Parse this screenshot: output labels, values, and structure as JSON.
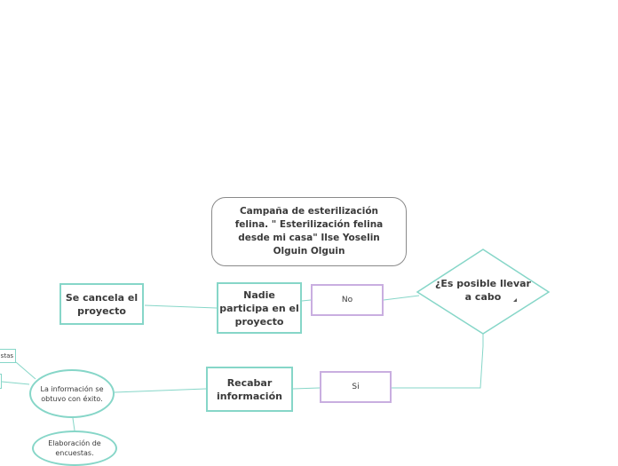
{
  "diagram": {
    "title": "Campaña de esterilización felina. \" Esterilización felina desde mi casa\" Ilse Yoselin Olguin  Olguin",
    "nodes": {
      "cancel": "Se cancela el proyecto",
      "nadie": "Nadie participa en el proyecto",
      "no": "No",
      "decision": "¿Es posible llevar a cabo",
      "recabar": "Recabar información",
      "si": "Si",
      "info": "La información se obtuvo con éxito.",
      "encuestas": "Elaboración de encuestas.",
      "cut_off": "stas"
    },
    "colors": {
      "connector": "#86d6c8",
      "answer_border": "#c9aee0",
      "title_border": "#8a8a8a"
    }
  }
}
